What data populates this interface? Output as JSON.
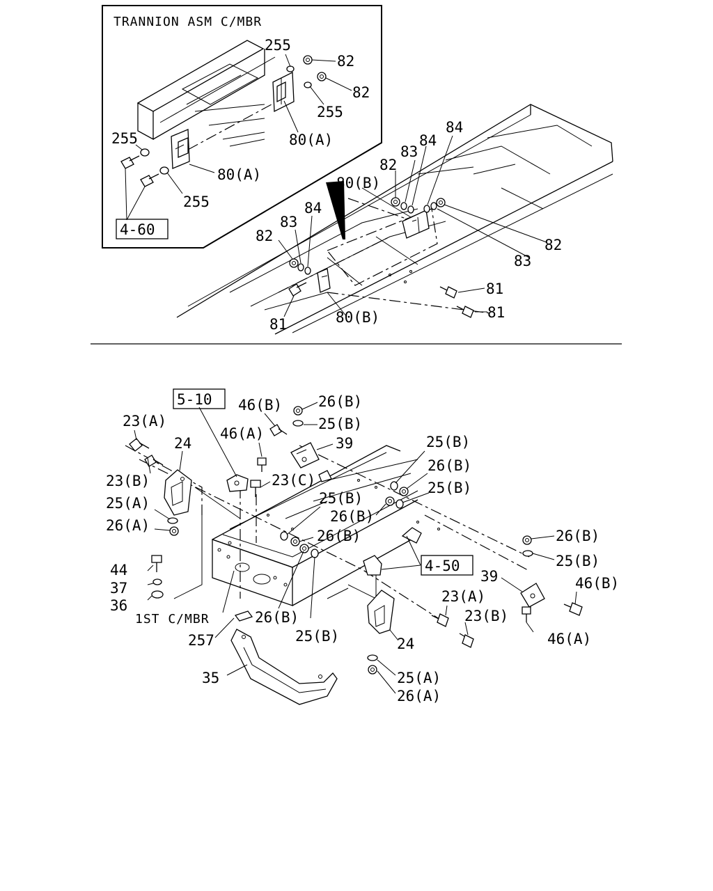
{
  "top": {
    "inset_title": "TRANNION ASM C/MBR",
    "ref_box": "4-60",
    "inset_labels": [
      "255",
      "82",
      "82",
      "255",
      "80(A)",
      "255",
      "80(A)",
      "255"
    ],
    "main_labels": [
      "80(B)",
      "82",
      "83",
      "84",
      "84",
      "82",
      "83",
      "84",
      "82",
      "83",
      "81",
      "81",
      "81",
      "80(B)"
    ]
  },
  "bottom": {
    "ref_box_a": "5-10",
    "ref_box_b": "4-50",
    "member_label": "1ST C/MBR",
    "labels": [
      "46(B)",
      "26(B)",
      "25(B)",
      "23(A)",
      "24",
      "46(A)",
      "39",
      "23(B)",
      "23(C)",
      "25(A)",
      "26(A)",
      "25(B)",
      "26(B)",
      "25(B)",
      "25(B)",
      "26(B)",
      "26(B)",
      "44",
      "37",
      "36",
      "26(B)",
      "25(B)",
      "39",
      "46(B)",
      "23(A)",
      "23(B)",
      "257",
      "24",
      "46(A)",
      "35",
      "25(A)",
      "26(A)"
    ]
  }
}
